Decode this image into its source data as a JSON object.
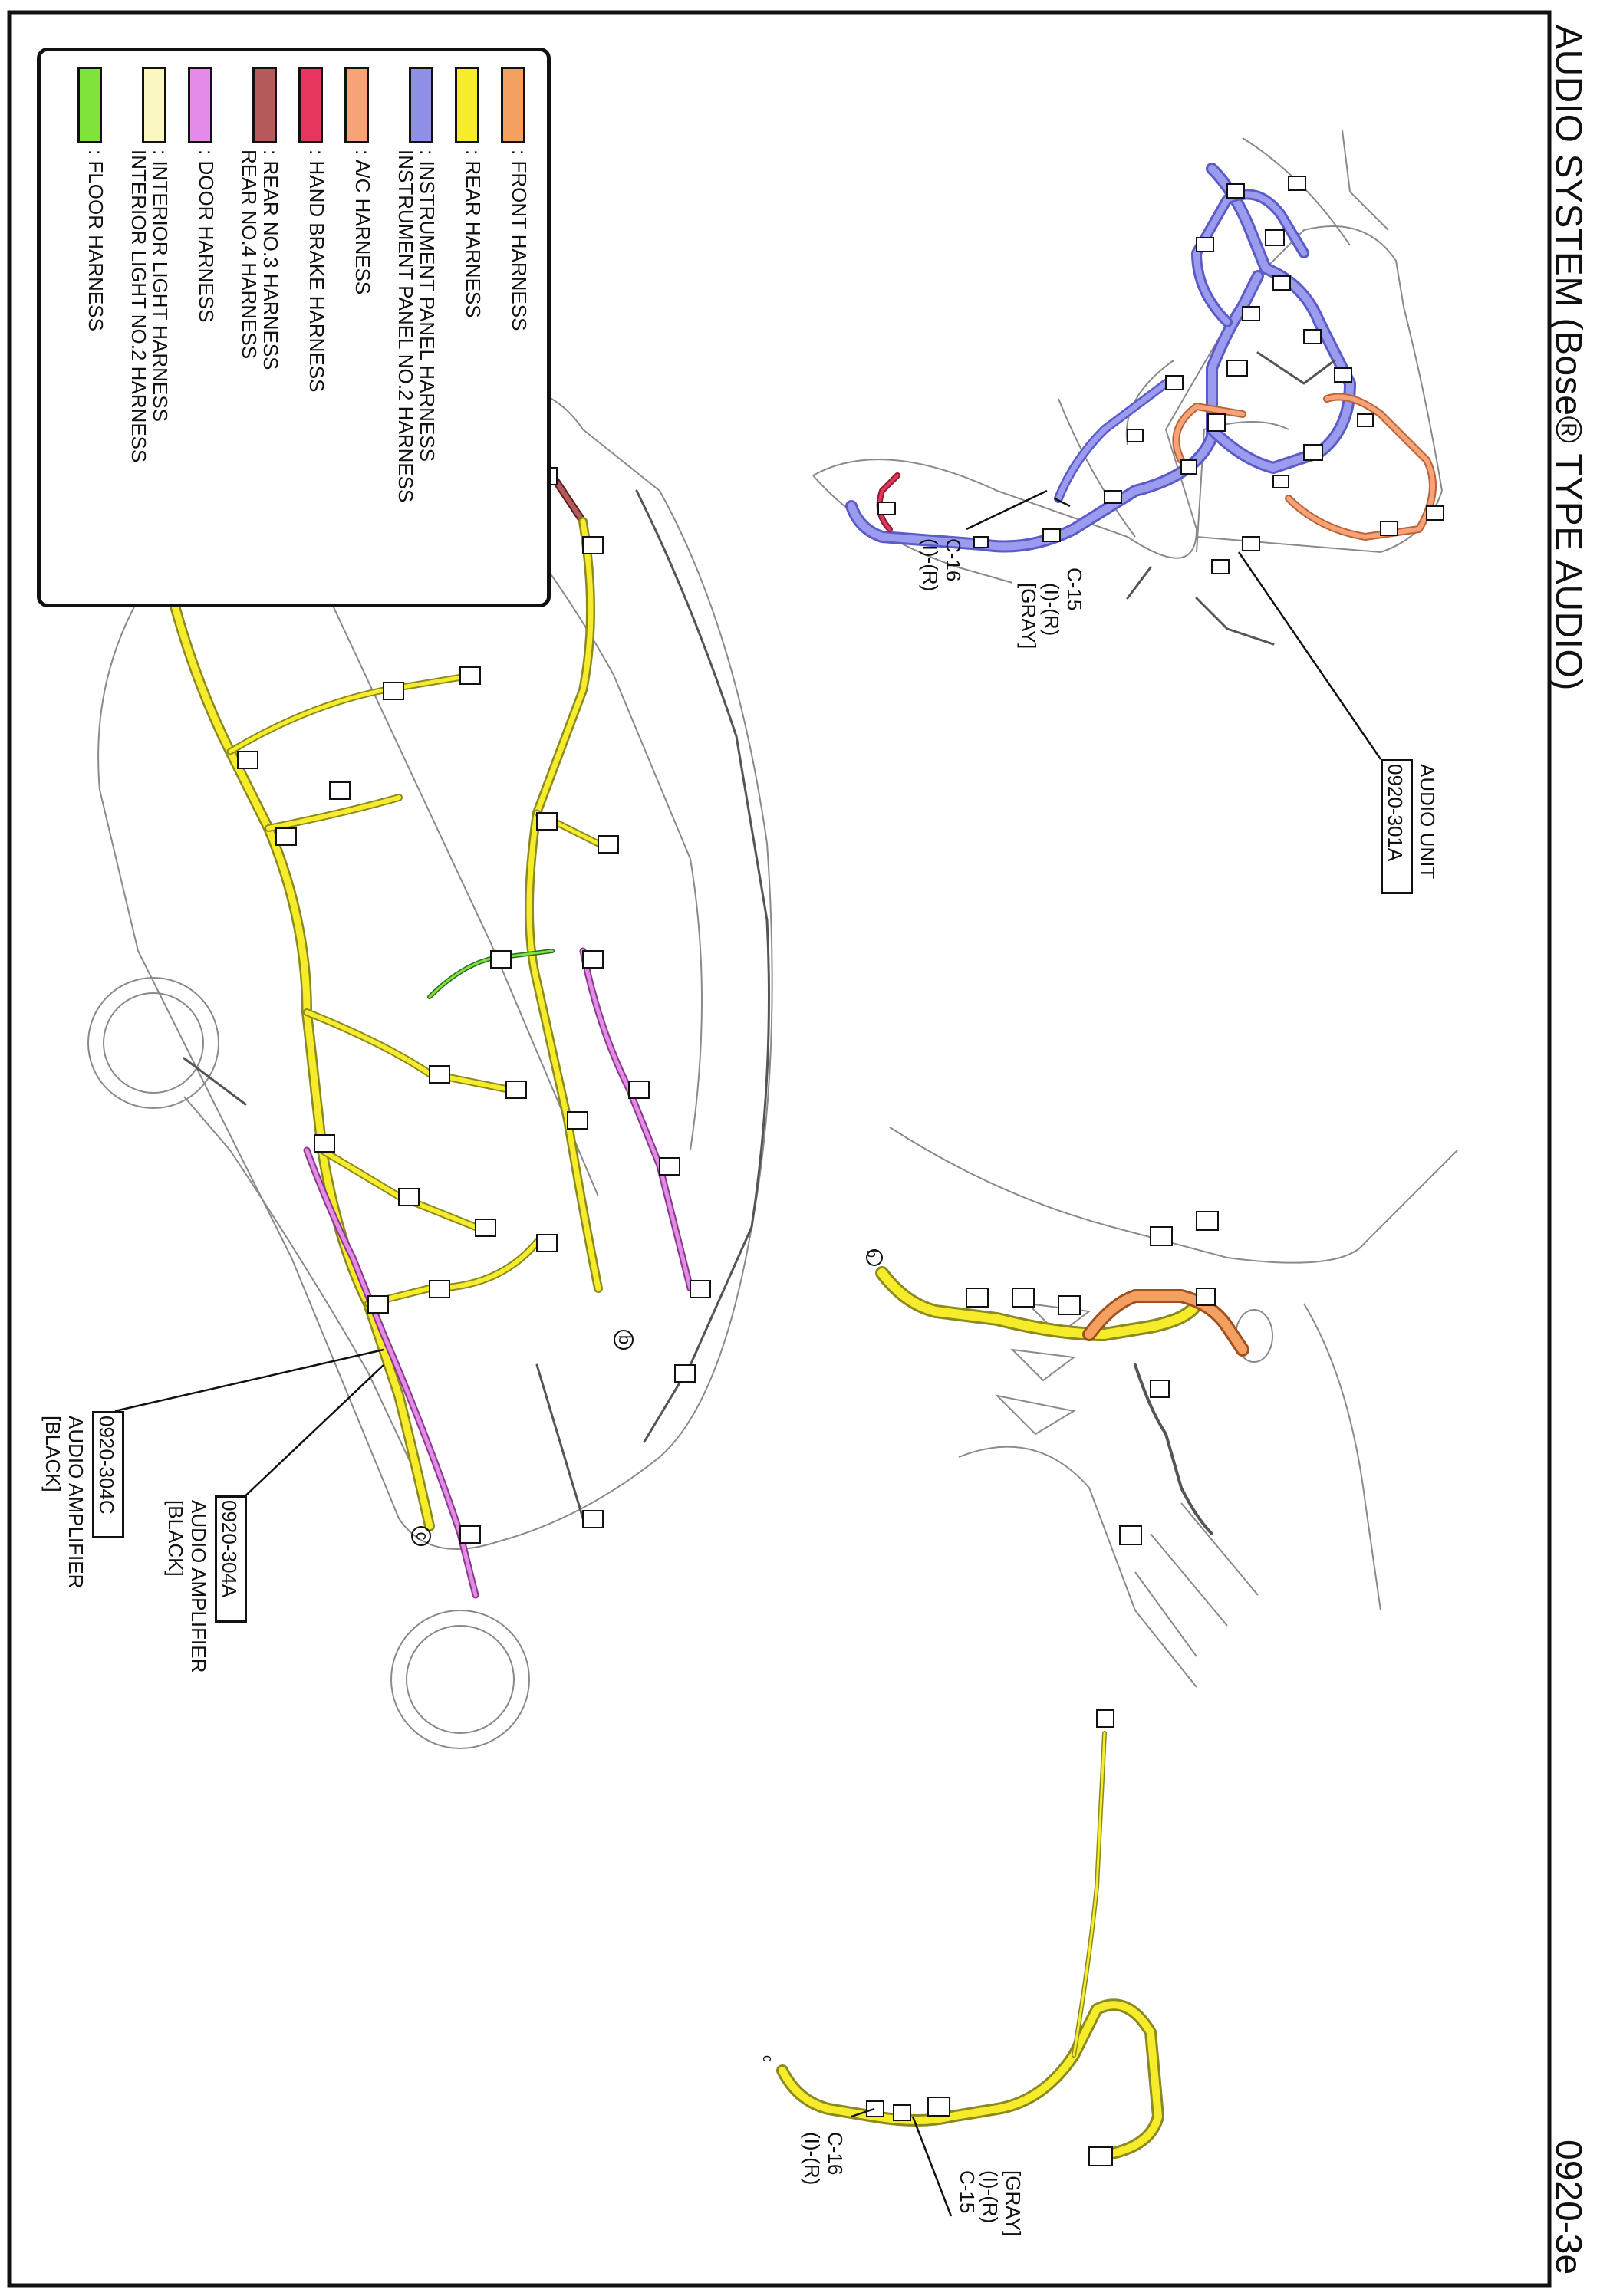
{
  "header": {
    "title": "AUDIO SYSTEM (Bose® TYPE AUDIO)",
    "page_number": "0920-3e"
  },
  "legend": {
    "items": [
      {
        "label": ": FRONT HARNESS",
        "color": "#f4a060"
      },
      {
        "label": ": REAR HARNESS",
        "color": "#f7ec2a"
      },
      {
        "label": ": INSTRUMENT PANEL HARNESS",
        "color": "#8f8fe6",
        "label2": "INSTRUMENT PANEL NO.2 HARNESS"
      },
      {
        "label": ": A/C HARNESS",
        "color": "#f7a277"
      },
      {
        "label": ": HAND BRAKE HARNESS",
        "color": "#e8355f"
      },
      {
        "label": ": REAR NO.3 HARNESS",
        "color": "#b55a5a",
        "label2": "REAR NO.4 HARNESS"
      },
      {
        "label": ": DOOR HARNESS",
        "color": "#e48ae8"
      },
      {
        "label": ": INTERIOR LIGHT HARNESS",
        "color": "#fbf7c0",
        "label2": "INTERIOR LIGHT NO.2 HARNESS"
      },
      {
        "label": ": FLOOR HARNESS",
        "color": "#7fe33a"
      }
    ]
  },
  "callouts": {
    "audio_unit": {
      "name": "AUDIO UNIT",
      "code": "0920-301A"
    },
    "c15_top": {
      "id": "C-15",
      "pins": "(I)-(R)",
      "color": "[GRAY]"
    },
    "c16_top": {
      "id": "C-16",
      "pins": "(I)-(R)"
    },
    "amp_a": {
      "code": "0920-304A",
      "name": "AUDIO AMPLIFIER",
      "color": "[BLACK]"
    },
    "amp_c": {
      "code": "0920-304C",
      "name": "AUDIO AMPLIFIER",
      "color": "[BLACK]"
    },
    "c16_bottom": {
      "id": "C-16",
      "pins": "(I)-(R)"
    },
    "c15_bottom": {
      "color": "[GRAY]",
      "pins": "(I)-(R)",
      "id": "C-15"
    },
    "marker_b1": "b",
    "marker_b2": "b",
    "marker_c1": "c",
    "marker_c2": "c"
  }
}
